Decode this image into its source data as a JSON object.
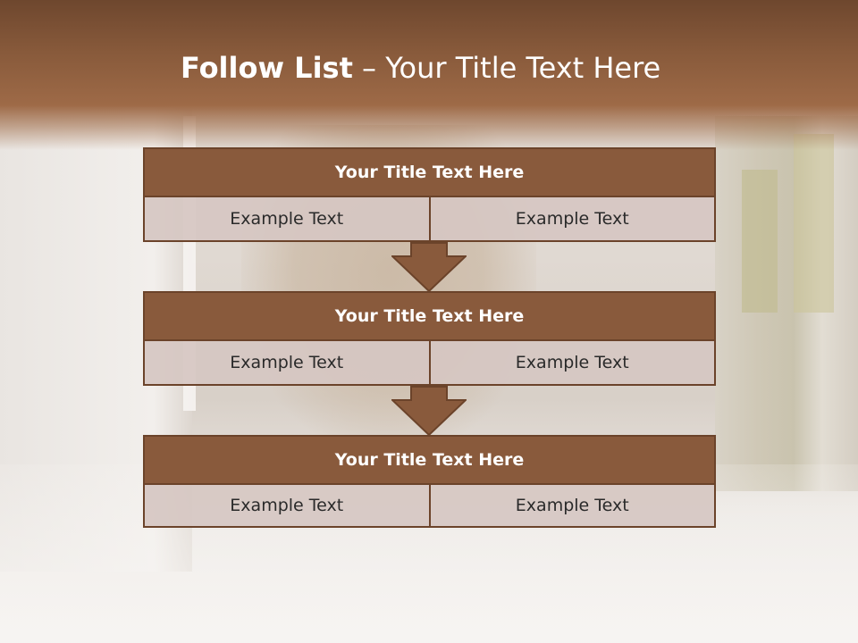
{
  "slide": {
    "title_bold": "Follow List",
    "title_rest": " – Your Title Text Here"
  },
  "blocks": [
    {
      "header": "Your Title Text Here",
      "left": "Example Text",
      "right": "Example Text"
    },
    {
      "header": "Your Title Text Here",
      "left": "Example Text",
      "right": "Example Text"
    },
    {
      "header": "Your Title Text Here",
      "left": "Example Text",
      "right": "Example Text"
    }
  ],
  "colors": {
    "header_fill": "#895a3c",
    "border": "#6b432a",
    "cell_fill": "#d6c7c2",
    "title_band": "#885a3b"
  },
  "icons": [
    "down-arrow-icon",
    "down-arrow-icon"
  ]
}
